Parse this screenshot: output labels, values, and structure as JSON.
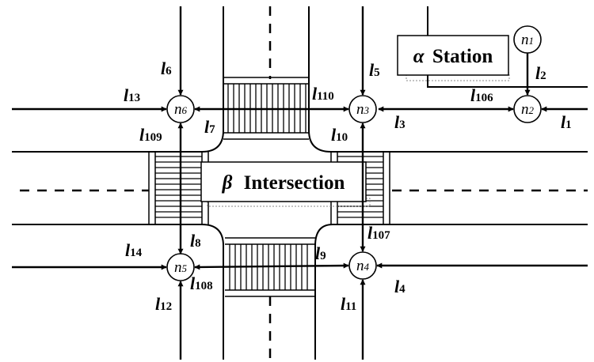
{
  "nodes": [
    {
      "id": "n1",
      "base": "n",
      "sub": "1"
    },
    {
      "id": "n2",
      "base": "n",
      "sub": "2"
    },
    {
      "id": "n3",
      "base": "n",
      "sub": "3"
    },
    {
      "id": "n4",
      "base": "n",
      "sub": "4"
    },
    {
      "id": "n5",
      "base": "n",
      "sub": "5"
    },
    {
      "id": "n6",
      "base": "n",
      "sub": "6"
    }
  ],
  "links": [
    {
      "id": "l1",
      "base": "l",
      "sub": "1"
    },
    {
      "id": "l2",
      "base": "l",
      "sub": "2"
    },
    {
      "id": "l3",
      "base": "l",
      "sub": "3"
    },
    {
      "id": "l4",
      "base": "l",
      "sub": "4"
    },
    {
      "id": "l5",
      "base": "l",
      "sub": "5"
    },
    {
      "id": "l6",
      "base": "l",
      "sub": "6"
    },
    {
      "id": "l7",
      "base": "l",
      "sub": "7"
    },
    {
      "id": "l8",
      "base": "l",
      "sub": "8"
    },
    {
      "id": "l9",
      "base": "l",
      "sub": "9"
    },
    {
      "id": "l10",
      "base": "l",
      "sub": "10"
    },
    {
      "id": "l11",
      "base": "l",
      "sub": "11"
    },
    {
      "id": "l12",
      "base": "l",
      "sub": "12"
    },
    {
      "id": "l13",
      "base": "l",
      "sub": "13"
    },
    {
      "id": "l14",
      "base": "l",
      "sub": "14"
    },
    {
      "id": "l106",
      "base": "l",
      "sub": "106"
    },
    {
      "id": "l107",
      "base": "l",
      "sub": "107"
    },
    {
      "id": "l108",
      "base": "l",
      "sub": "108"
    },
    {
      "id": "l109",
      "base": "l",
      "sub": "109"
    },
    {
      "id": "l110",
      "base": "l",
      "sub": "110"
    }
  ],
  "station": {
    "greek": "α",
    "label": "Station"
  },
  "intersection": {
    "greek": "β",
    "label": "Intersection"
  }
}
